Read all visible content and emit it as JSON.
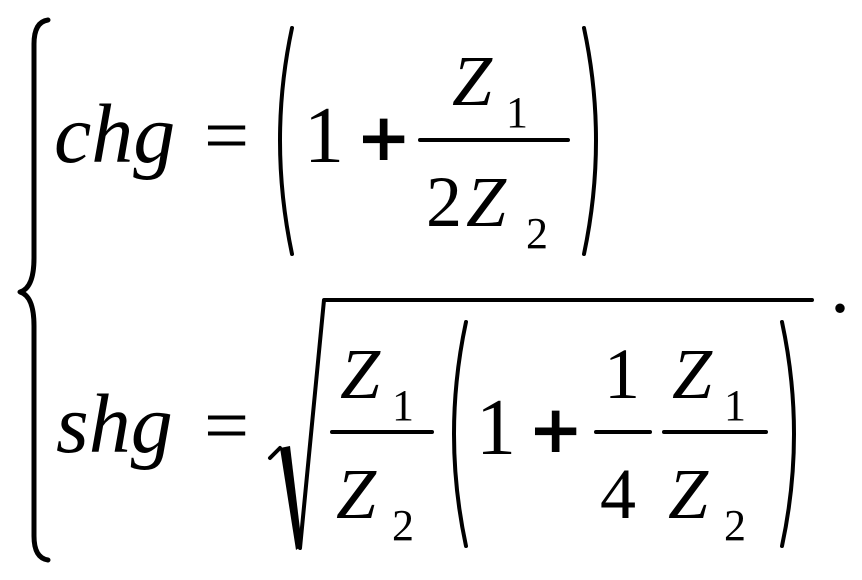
{
  "equation": {
    "row1": {
      "lhs": "chg",
      "equals": "=",
      "one": "1",
      "plus": "+",
      "numerator_var": "Z",
      "numerator_sub": "1",
      "denominator_coef": "2",
      "denominator_var": "Z",
      "denominator_sub": "2"
    },
    "row2": {
      "lhs": "shg",
      "equals": "=",
      "outer_numerator_var": "Z",
      "outer_numerator_sub": "1",
      "outer_denominator_var": "Z",
      "outer_denominator_sub": "2",
      "one": "1",
      "plus": "+",
      "quarter_numerator": "1",
      "quarter_denominator": "4",
      "inner_numerator_var": "Z",
      "inner_numerator_sub": "1",
      "inner_denominator_var": "Z",
      "inner_denominator_sub": "2"
    },
    "trailing_punctuation": "."
  }
}
